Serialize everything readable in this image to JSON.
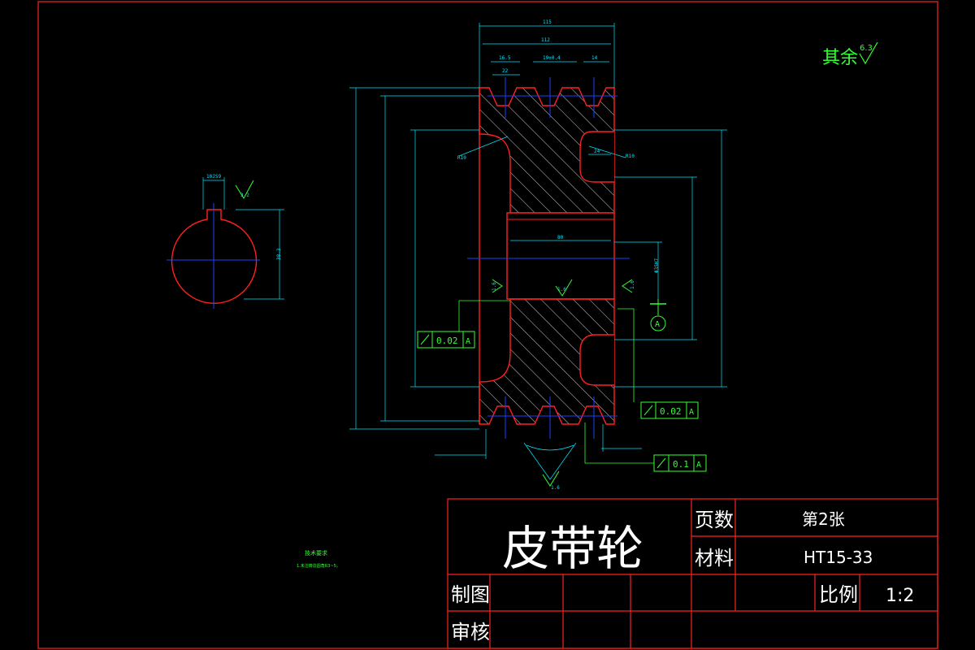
{
  "surface_roughness": {
    "prefix": "其余",
    "value": "6.3"
  },
  "title_block": {
    "part_name": "皮带轮",
    "pages_label": "页数",
    "pages_value": "第2张",
    "material_label": "材料",
    "material_value": "HT15-33",
    "drafter_label": "制图",
    "reviewer_label": "审核",
    "scale_label": "比例",
    "scale_value": "1:2"
  },
  "tech_requirements": {
    "title": "技术要求",
    "item1": "1.未注铸造圆角R3~5。"
  },
  "tolerances": {
    "runout_left": {
      "value": "0.02",
      "datum": "A"
    },
    "runout_right": {
      "value": "0.02",
      "datum": "A"
    },
    "runout_bottom": {
      "value": "0.1",
      "datum": "A"
    },
    "datum_label": "A"
  },
  "roughness_marks": {
    "bore": "1.6",
    "left_face": "1.6",
    "right_face": "1.6",
    "groove": "1.6",
    "keyway": "3.2"
  },
  "dimensions": {
    "overall_width": "115",
    "inner_width": "112",
    "groove_pitch_a": "16.5",
    "groove_pitch_b": "19±0.4",
    "groove_edge": "14",
    "groove_top": "22",
    "hub_length": "80",
    "bore": "Φ35H7",
    "keyway_width": "10JS9",
    "keyway_depth": "38.3",
    "web_gap": "24",
    "radius_left": "R10",
    "radius_right": "R10"
  },
  "colors": {
    "frame": "#ff2020",
    "outline": "#ff2020",
    "hatch": "#ffffff",
    "centerline": "#2040ff",
    "dimension": "#00e5ff",
    "annotation": "#33ff33",
    "title_text": "#ffffff"
  }
}
